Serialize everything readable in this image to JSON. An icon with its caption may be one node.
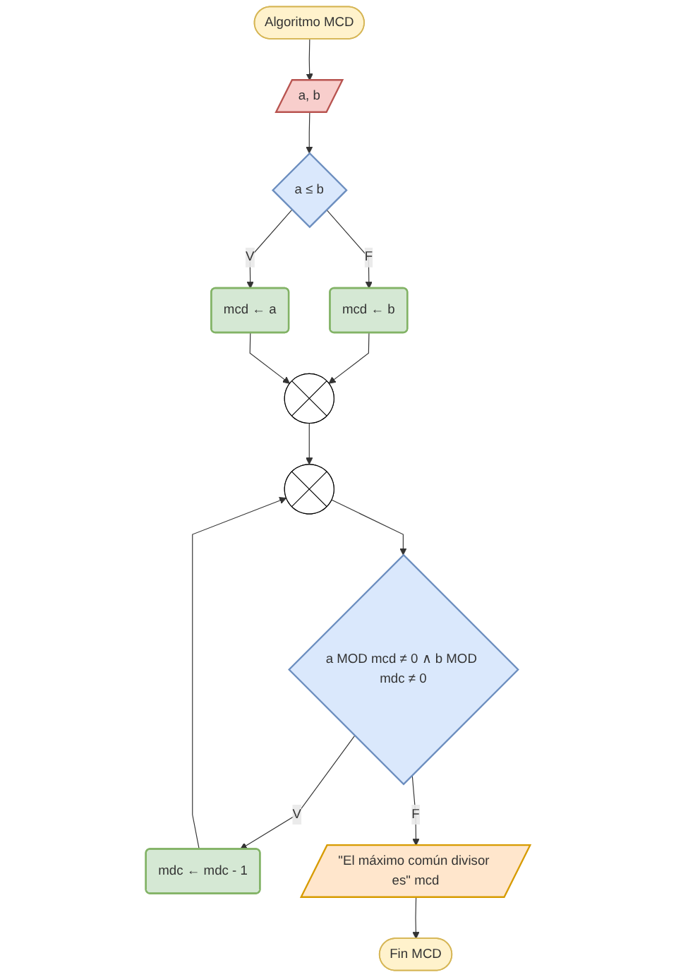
{
  "diagram": {
    "nodes": [
      {
        "text": [
          "Algoritmo MCD"
        ]
      },
      {
        "text": [
          "a, b"
        ]
      },
      {
        "text": [
          "a ≤ b"
        ]
      },
      {
        "text": [
          "mcd ← a"
        ]
      },
      {
        "text": [
          "mcd ← b"
        ]
      },
      {
        "text": [],
        "shape": "circle"
      },
      {
        "text": [],
        "shape": "circle"
      },
      {
        "text": [
          "a MOD mcd ≠ 0 ∧ b MOD mdc ≠ 0"
        ]
      },
      {
        "text": [
          "mdc ← mdc - 1"
        ]
      },
      {
        "text": [
          "\"El máximo común divisor es\" mcd"
        ]
      },
      {
        "text": [
          "Fin MCD"
        ]
      }
    ],
    "edges": [
      {
        "from": 0,
        "to": 1,
        "arrow": "to"
      },
      {
        "from": 1,
        "to": 2,
        "arrow": "to"
      },
      {
        "from": 2,
        "to": 3,
        "arrow": "to",
        "label": "V"
      },
      {
        "from": 2,
        "to": 4,
        "arrow": "to",
        "label": "F"
      },
      {
        "from": 4,
        "to": 5,
        "arrow": "to"
      },
      {
        "from": 3,
        "to": 5,
        "arrow": "to"
      },
      {
        "from": 5,
        "to": 6,
        "arrow": "to"
      },
      {
        "from": 8,
        "to": 6,
        "arrow": "to"
      },
      {
        "from": 6,
        "to": 7,
        "arrow": "to"
      },
      {
        "from": 7,
        "to": 8,
        "arrow": "to",
        "label": "V"
      },
      {
        "from": 7,
        "to": 9,
        "arrow": "to",
        "label": "F"
      },
      {
        "from": 9,
        "to": 10,
        "arrow": "to"
      }
    ]
  }
}
